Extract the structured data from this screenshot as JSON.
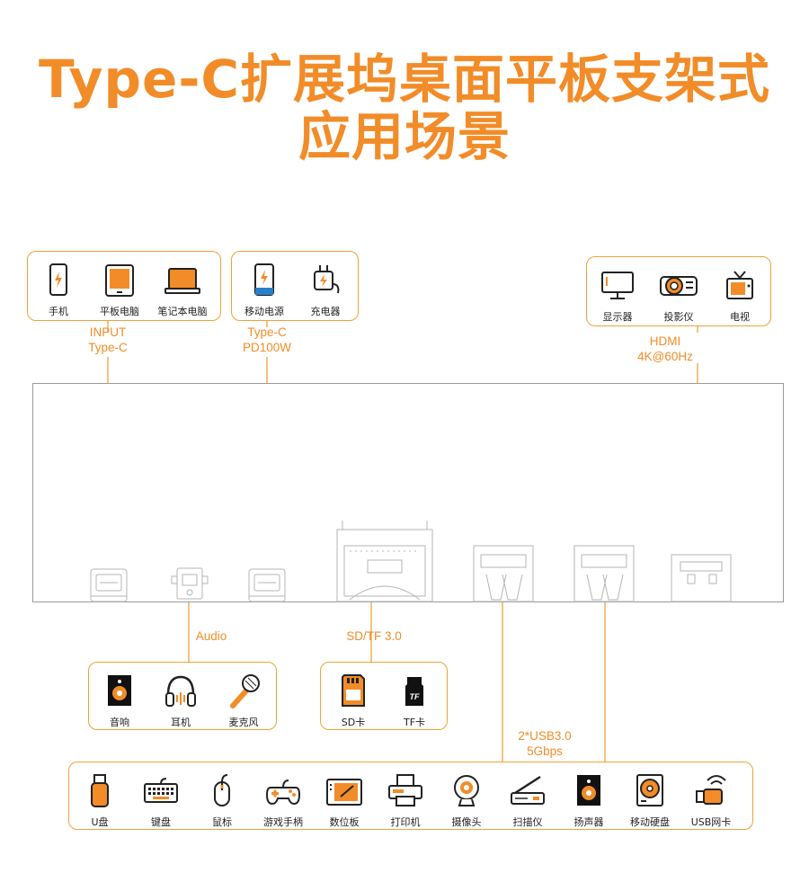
{
  "title": {
    "line1": "Type-C扩展坞桌面平板支架式",
    "line2": "应用场景"
  },
  "colors": {
    "accent": "#F28C28",
    "border": "#F0A23A",
    "panel": "#9a9a9a"
  },
  "groups": {
    "input": {
      "items": [
        {
          "label": "手机",
          "icon": "phone-icon"
        },
        {
          "label": "平板电脑",
          "icon": "tablet-icon"
        },
        {
          "label": "笔记本电脑",
          "icon": "laptop-icon"
        }
      ],
      "note": [
        "INPUT",
        "Type-C"
      ]
    },
    "power": {
      "items": [
        {
          "label": "移动电源",
          "icon": "power-bank-icon"
        },
        {
          "label": "充电器",
          "icon": "charger-icon"
        }
      ],
      "note": [
        "Type-C",
        "PD100W"
      ]
    },
    "hdmi": {
      "items": [
        {
          "label": "显示器",
          "icon": "monitor-icon"
        },
        {
          "label": "投影仪",
          "icon": "projector-icon"
        },
        {
          "label": "电视",
          "icon": "tv-icon"
        }
      ],
      "note": [
        "HDMI",
        "4K@60Hz"
      ]
    },
    "audio": {
      "items": [
        {
          "label": "音响",
          "icon": "speaker-icon"
        },
        {
          "label": "耳机",
          "icon": "headphones-icon"
        },
        {
          "label": "麦克风",
          "icon": "microphone-icon"
        }
      ],
      "note": [
        "Audio"
      ]
    },
    "card": {
      "items": [
        {
          "label": "SD卡",
          "icon": "sd-card-icon"
        },
        {
          "label": "TF卡",
          "icon": "tf-card-icon"
        }
      ],
      "note": [
        "SD/TF 3.0"
      ]
    },
    "usb": {
      "items": [
        {
          "label": "U盘",
          "icon": "usb-drive-icon"
        },
        {
          "label": "键盘",
          "icon": "keyboard-icon"
        },
        {
          "label": "鼠标",
          "icon": "mouse-icon"
        },
        {
          "label": "游戏手柄",
          "icon": "gamepad-icon"
        },
        {
          "label": "数位板",
          "icon": "drawing-tablet-icon"
        },
        {
          "label": "打印机",
          "icon": "printer-icon"
        },
        {
          "label": "摄像头",
          "icon": "webcam-icon"
        },
        {
          "label": "扫描仪",
          "icon": "scanner-icon"
        },
        {
          "label": "扬声器",
          "icon": "loudspeaker-icon"
        },
        {
          "label": "移动硬盘",
          "icon": "hard-drive-icon"
        },
        {
          "label": "USB网卡",
          "icon": "usb-wifi-icon"
        }
      ],
      "note": [
        "2*USB3.0",
        "5Gbps"
      ]
    }
  },
  "tf_badge": "TF"
}
